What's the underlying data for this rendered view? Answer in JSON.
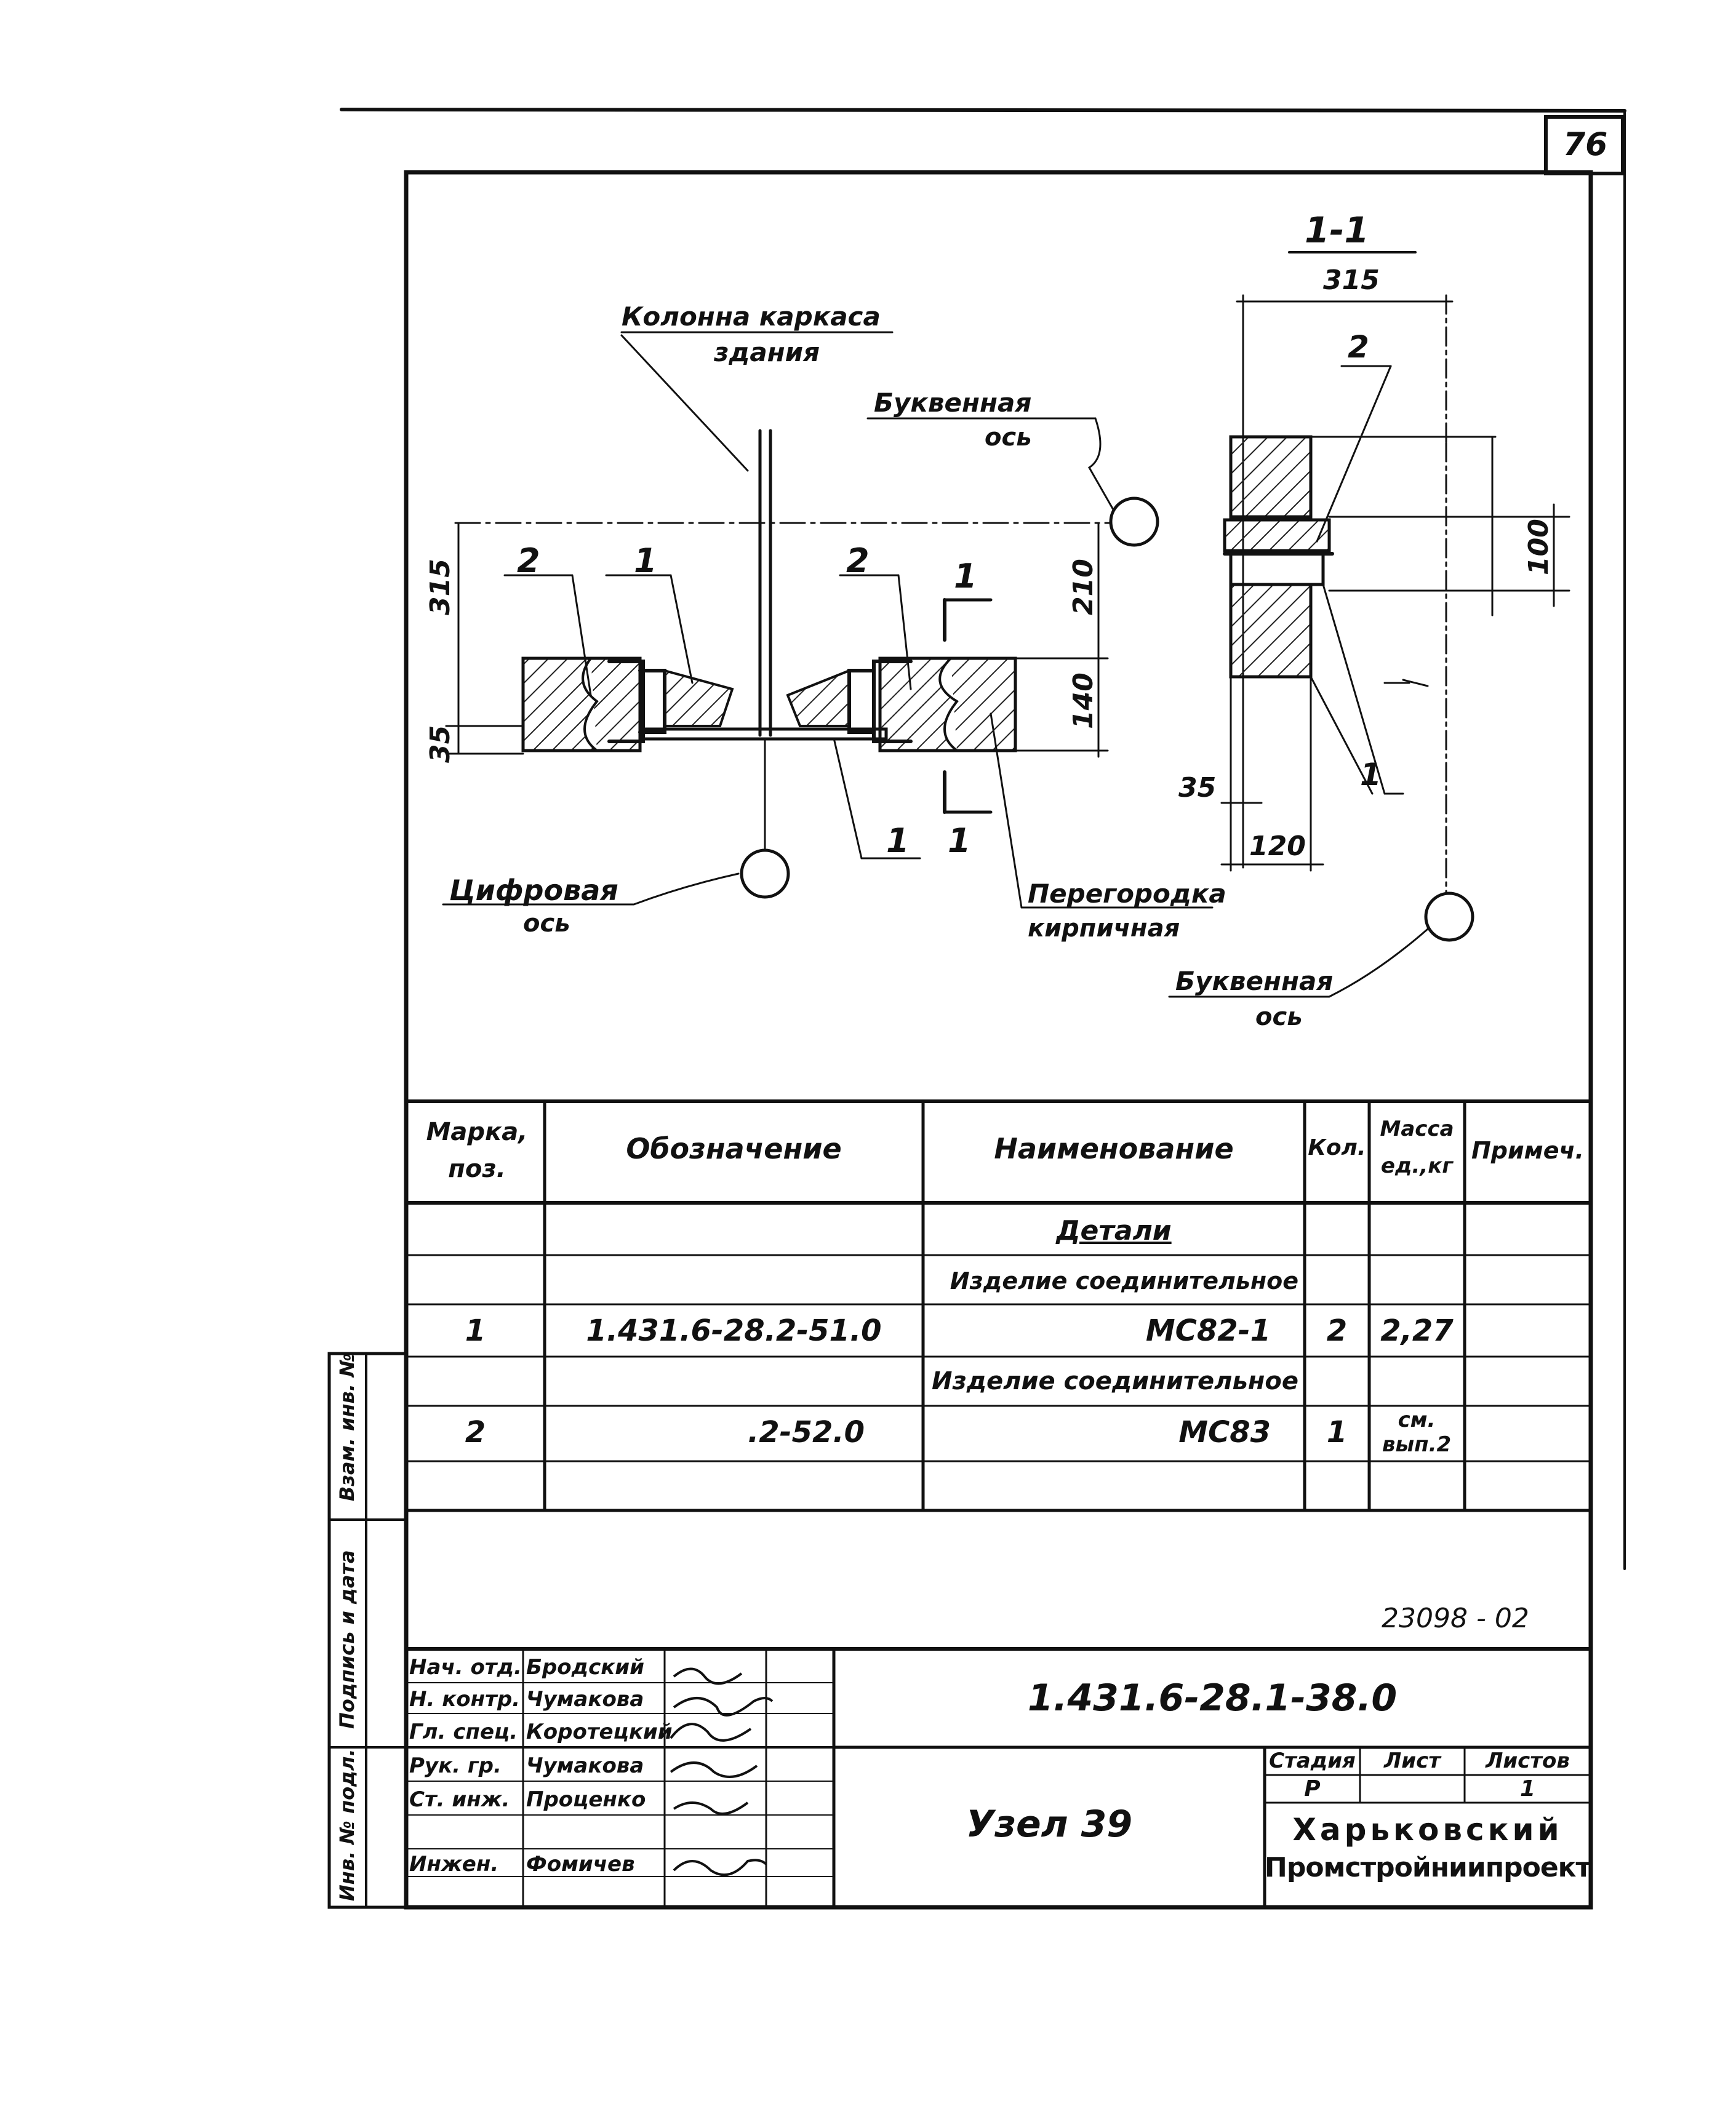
{
  "sheet_number": "76",
  "drawing": {
    "column_label_1": "Колонна каркаса",
    "column_label_2": "здания",
    "letter_axis_1": "Буквенная",
    "letter_axis_1b": "ось",
    "digital_axis": "Цифровая",
    "digital_axis_b": "ось",
    "partition_1": "Перегородка",
    "partition_2": "кирпичная",
    "letter_axis_2": "Буквенная",
    "letter_axis_2b": "ось",
    "pos_2_left": "2",
    "pos_1_left": "1",
    "pos_2_right": "2",
    "cut_1_top": "1",
    "cut_1_bottom": "1",
    "pos_1_bottom": "1",
    "dim_315": "315",
    "dim_35": "35",
    "dim_210": "210",
    "dim_140": "140",
    "section_title": "1-1",
    "section_dim_315": "315",
    "section_pos_2": "2",
    "section_dim_100": "100",
    "section_pos_1": "1",
    "section_dim_35": "35",
    "section_dim_120": "120"
  },
  "spec_table": {
    "headers": {
      "mark": "Марка, поз.",
      "designation": "Обозначение",
      "name": "Наименование",
      "qty": "Кол.",
      "mass": "Масса ед.,кг",
      "note": "Примеч."
    },
    "section_title": "Детали",
    "rows": [
      {
        "mark": "",
        "designation": "",
        "name": "Изделие соединительное",
        "qty": "",
        "mass": "",
        "note": ""
      },
      {
        "mark": "1",
        "designation": "1.431.6-28.2-51.0",
        "name": "МС82-1",
        "qty": "2",
        "mass": "2,27",
        "note": ""
      },
      {
        "mark": "",
        "designation": "",
        "name": "Изделие соединительное",
        "qty": "",
        "mass": "",
        "note": ""
      },
      {
        "mark": "2",
        "designation": ".2-52.0",
        "name": "МС83",
        "qty": "1",
        "mass": "см. вып.2",
        "note": ""
      }
    ]
  },
  "side_stamps": {
    "inv_replace": "Взам. инв. №",
    "sign_date": "Подпись и дата",
    "inv_orig": "Инв. № подл."
  },
  "archive_number": "23098 - 02",
  "title_block": {
    "document_code": "1.431.6-28.1-38.0",
    "title": "Узел 39",
    "stage_label": "Стадия",
    "sheet_label": "Лист",
    "sheets_label": "Листов",
    "stage": "Р",
    "sheet": "",
    "sheets": "1",
    "org_1": "Харьковский",
    "org_2": "Промстройниипроект",
    "signatures": [
      {
        "role": "Нач. отд.",
        "name": "Бродский"
      },
      {
        "role": "Н. контр.",
        "name": "Чумакова"
      },
      {
        "role": "Гл. спец.",
        "name": "Коротецкий"
      },
      {
        "role": "Рук. гр.",
        "name": "Чумакова"
      },
      {
        "role": "Ст. инж.",
        "name": "Проценко"
      },
      {
        "role": "",
        "name": ""
      },
      {
        "role": "Инжен.",
        "name": "Фомичев"
      }
    ]
  }
}
